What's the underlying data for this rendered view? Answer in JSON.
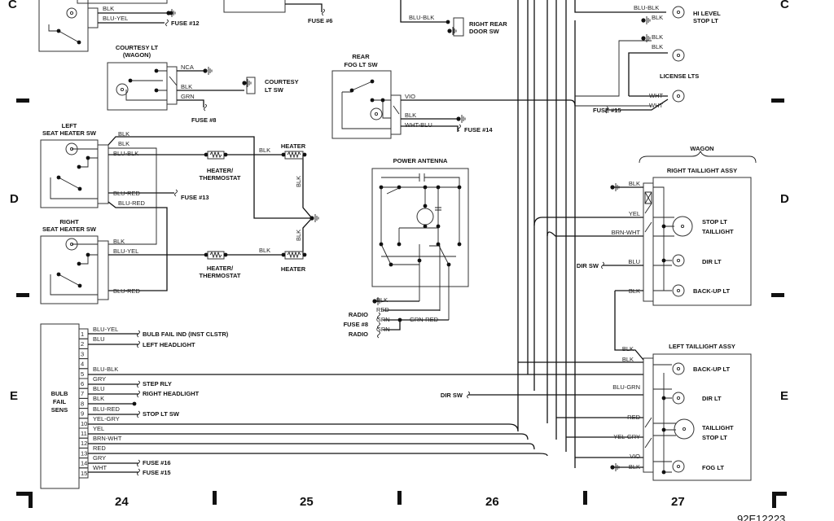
{
  "grid": {
    "rows": [
      "C",
      "D",
      "E"
    ],
    "columns": [
      "24",
      "25",
      "26",
      "27"
    ],
    "drawing_number": "92E12223"
  },
  "top_left": {
    "blk": "BLK",
    "blu_yel": "BLU-YEL",
    "fuse12": "FUSE #12",
    "fuse6": "FUSE #6"
  },
  "courtesy_lt": {
    "title1": "COURTESY LT",
    "title2": "(WAGON)",
    "nca": "NCA",
    "blk": "BLK",
    "grn": "GRN",
    "fuse": "FUSE #8",
    "sw1": "COURTESY",
    "sw2": "LT SW"
  },
  "left_seat": {
    "title1": "LEFT",
    "title2": "SEAT HEATER SW",
    "blk1": "BLK",
    "blk2": "BLK",
    "blu_blk": "BLU-BLK",
    "blu_red1": "BLU-RED",
    "blu_red2": "BLU-RED",
    "fuse13": "FUSE #13"
  },
  "right_seat": {
    "title1": "RIGHT",
    "title2": "SEAT HEATER SW",
    "blk": "BLK",
    "blu_yel": "BLU-YEL",
    "blu_red": "BLU-RED"
  },
  "heaters": {
    "thermo1a": "HEATER/",
    "thermo1b": "THERMOSTAT",
    "thermo2a": "HEATER/",
    "thermo2b": "THERMOSTAT",
    "heater1": "HEATER",
    "heater2": "HEATER",
    "blk_a": "BLK",
    "blk_b": "BLK",
    "blk_v1": "BLK",
    "blk_v2": "BLK"
  },
  "door_sw": {
    "blu_blk": "BLU-BLK",
    "title1": "RIGHT REAR",
    "title2": "DOOR SW"
  },
  "fog_sw": {
    "title1": "REAR",
    "title2": "FOG LT SW",
    "vio": "VIO",
    "blk": "BLK",
    "wht_blu": "WHT-BLU",
    "fuse14": "FUSE #14"
  },
  "antenna": {
    "title": "POWER ANTENNA",
    "blk": "BLK",
    "red": "RED",
    "grn1": "GRN",
    "grn_red": "GRN-RED",
    "grn2": "GRN",
    "radio1": "RADIO",
    "fuse8": "FUSE #8",
    "radio2": "RADIO"
  },
  "bulb_fail": {
    "title": [
      "BULB",
      "FAIL",
      "SENS"
    ],
    "pins": [
      "1",
      "2",
      "3",
      "4",
      "5",
      "6",
      "7",
      "8",
      "9",
      "10",
      "11",
      "12",
      "13",
      "14",
      "15"
    ],
    "wires": [
      "BLU-YEL",
      "BLU",
      "BLU-BLK",
      "GRY",
      "BLU",
      "BLK",
      "BLU-RED",
      "YEL-GRY",
      "YEL",
      "BRN-WHT",
      "RED",
      "GRY",
      "WHT"
    ],
    "destinations": [
      "BULB FAIL IND (INST CLSTR)",
      "LEFT HEADLIGHT",
      "STEP RLY",
      "RIGHT HEADLIGHT",
      "STOP LT SW",
      "FUSE #16",
      "FUSE #15"
    ],
    "dir_sw": "DIR SW"
  },
  "hi_level": {
    "blu_blk": "BLU-BLK",
    "blk": "BLK",
    "title1": "HI LEVEL",
    "title2": "STOP LT"
  },
  "license": {
    "blk1": "BLK",
    "blk2": "BLK",
    "title": "LICENSE LTS",
    "wht1": "WHT",
    "wht2": "WHT",
    "fuse15": "FUSE #15"
  },
  "right_tail": {
    "wagon": "WAGON",
    "title": "RIGHT TAILLIGHT ASSY",
    "blk": "BLK",
    "yel": "YEL",
    "brn_wht": "BRN-WHT",
    "blu": "BLU",
    "blk2": "BLK",
    "dir_sw": "DIR SW",
    "stop1": "STOP LT",
    "stop2": "TAILLIGHT",
    "dir": "DIR LT",
    "backup": "BACK-UP LT"
  },
  "left_tail": {
    "title": "LEFT TAILLIGHT ASSY",
    "blk1": "BLK",
    "blk2": "BLK",
    "blu_grn": "BLU-GRN",
    "red": "RED",
    "yel_gry": "YEL-GRY",
    "vio": "VIO",
    "blk3": "BLK",
    "backup": "BACK-UP LT",
    "dir": "DIR LT",
    "tail1": "TAILLIGHT",
    "tail2": "STOP LT",
    "fog": "FOG LT"
  }
}
